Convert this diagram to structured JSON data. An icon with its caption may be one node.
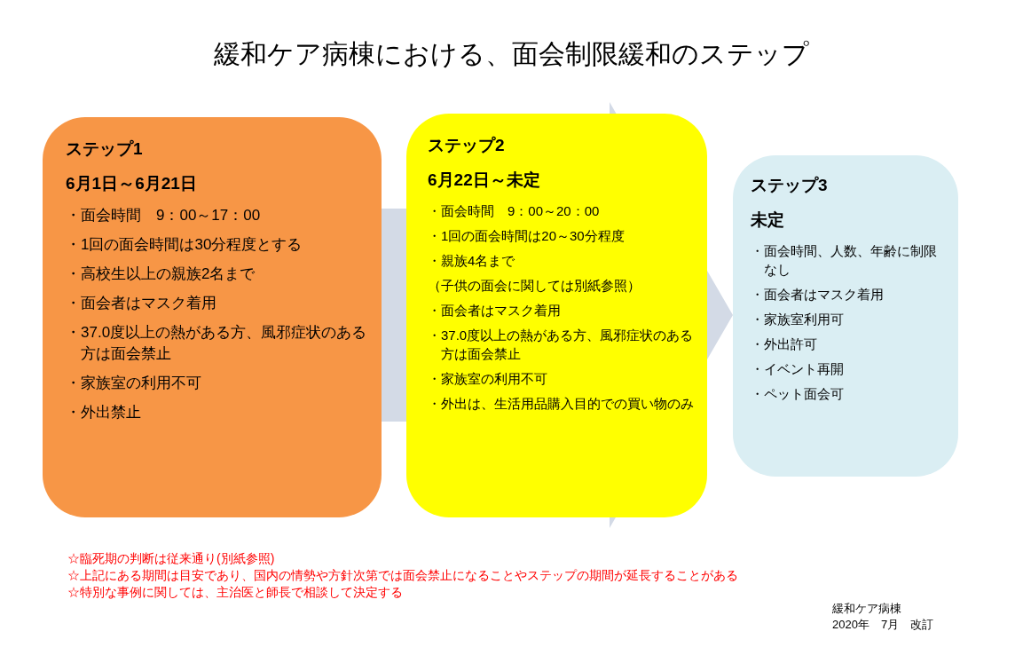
{
  "diagram": {
    "title": "緩和ケア病棟における、面会制限緩和のステップ",
    "nodes": [
      {
        "text": [
          "ステップ1",
          "6月1日～6月21日",
          "・面会時間　9：00～17：00",
          "・1回の面会時間は30分程度とする",
          "・高校生以上の親族2名まで",
          "・面会者はマスク着用",
          "・37.0度以上の熱がある方、風邪症状のある方は面会禁止",
          "・家族室の利用不可",
          "・外出禁止"
        ]
      },
      {
        "text": [
          "ステップ2",
          "6月22日～未定",
          "・面会時間　9：00～20：00",
          "・1回の面会時間は20～30分程度",
          "・親族4名まで",
          "（子供の面会に関しては別紙参照）",
          "・面会者はマスク着用",
          "・37.0度以上の熱がある方、風邪症状のある方は面会禁止",
          "・家族室の利用不可",
          "・外出は、生活用品購入目的での買い物のみ"
        ]
      },
      {
        "text": [
          "ステップ3",
          "未定",
          "・面会時間、人数、年齢に制限なし",
          "・面会者はマスク着用",
          "・家族室利用可",
          "・外出許可",
          "・イベント再開",
          "・ペット面会可"
        ]
      }
    ],
    "edges": [
      {
        "from": 0,
        "to": 1,
        "arrow": "none",
        "style": "thick"
      },
      {
        "from": 1,
        "to": 2,
        "arrow": "to",
        "style": "thick"
      }
    ],
    "labels": [
      "☆臨死期の判断は従来通り(別紙参照)",
      "☆上記にある期間は目安であり、国内の情勢や方針次第では面会禁止になることやステップの期間が延長することがある",
      "☆特別な事例に関しては、主治医と師長で相談して決定する",
      "緩和ケア病棟",
      "2020年　7月　改訂"
    ]
  }
}
